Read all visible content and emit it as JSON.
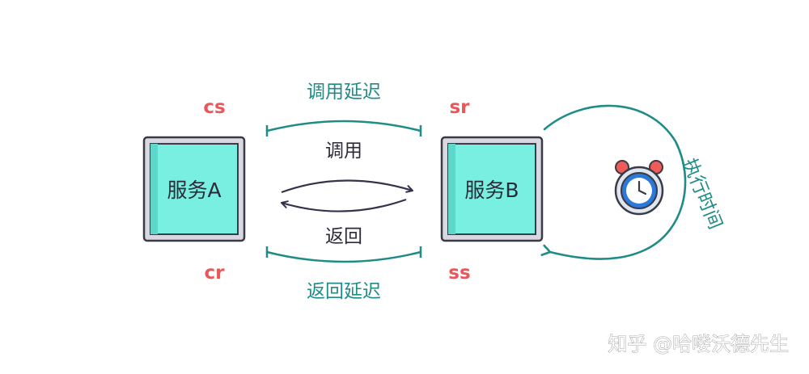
{
  "service_a": {
    "label": "服务A"
  },
  "service_b": {
    "label": "服务B"
  },
  "events": {
    "cs": "cs",
    "sr": "sr",
    "cr": "cr",
    "ss": "ss"
  },
  "arrows": {
    "call": "调用",
    "return": "返回",
    "call_latency": "调用延迟",
    "return_latency": "返回延迟",
    "execution_time": "执行时间"
  },
  "watermark": "知乎 @哈喽沃德先生",
  "colors": {
    "teal": "#1f8c86",
    "event_red": "#e8585b",
    "box_fill": "#79efe1",
    "box_frame": "#d9d7df",
    "box_outline": "#3a3a48",
    "clock_red": "#ef5b57",
    "clock_blue": "#2b79d8"
  }
}
